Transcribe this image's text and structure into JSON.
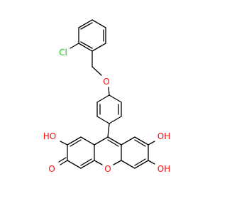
{
  "colors": {
    "bond": "#000000",
    "oxygen": "#ff0d0d",
    "chlorine": "#1fbf1f",
    "background": "#ffffff"
  },
  "atom_labels": {
    "chlorine": "Cl",
    "ether_oxygen": "O",
    "ring_oxygen": "O",
    "hydroxyl_left": "HO",
    "carbonyl_oxygen": "O",
    "hydroxyl_right_upper": "OH",
    "hydroxyl_right_lower": "OH"
  }
}
